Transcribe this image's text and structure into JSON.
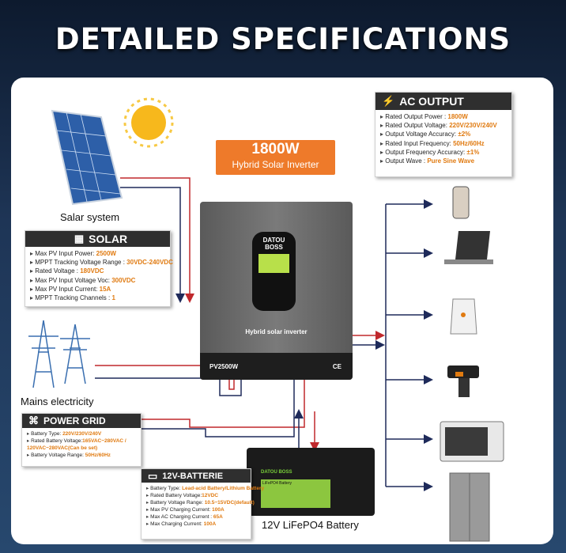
{
  "headline": "DETAILED SPECIFICATIONS",
  "banner": {
    "power": "1800W",
    "subtitle": "Hybrid Solar Inverter"
  },
  "labels": {
    "solar_system": "Salar system",
    "mains": "Mains electricity",
    "battery": "12V LiFePO4 Battery"
  },
  "inverter": {
    "brand_line1": "DATOU",
    "brand_line2": "BOSS",
    "label": "Hybrid solar inverter",
    "model": "PV2500W",
    "mark": "CE"
  },
  "battery_device": {
    "brand": "DATOU BOSS",
    "sticker": "LiFePO4 Battery"
  },
  "ac_output": {
    "title": "AC OUTPUT",
    "rows": [
      {
        "label": "Rated Output Power : ",
        "value": "1800W"
      },
      {
        "label": "Rated Output Voltage: ",
        "value": "220V/230V/240V"
      },
      {
        "label": "Output Voltage Accuracy: ",
        "value": "±2%"
      },
      {
        "label": "Rated Input Frequency: ",
        "value": "50Hz/60Hz"
      },
      {
        "label": "Output Frequency Accuracy: ",
        "value": "±1%"
      },
      {
        "label": "Output Wave : ",
        "value": "Pure Sine Wave"
      }
    ]
  },
  "solar": {
    "title": "SOLAR",
    "rows": [
      {
        "label": "Max PV Input Power: ",
        "value": "2500W"
      },
      {
        "label": "MPPT Tracking Voltage Range : ",
        "value": "30VDC-240VDC"
      },
      {
        "label": "Rated Voltage : ",
        "value": "180VDC"
      },
      {
        "label": "Max PV Input Voltage Voc: ",
        "value": "300VDC"
      },
      {
        "label": "Max PV Input Current: ",
        "value": "15A"
      },
      {
        "label": "MPPT Tracking Channels : ",
        "value": "1"
      }
    ]
  },
  "power_grid": {
    "title": "POWER GRID",
    "rows": [
      {
        "label": "Battery Type: ",
        "value": "220V/230V/240V"
      },
      {
        "label": "Rated Battery Voltage:",
        "value": "165VAC~280VAC / 120VAC~280VAC(Can be set)"
      },
      {
        "label": "Battery Voltage Range: ",
        "value": "50Hz/60Hz"
      }
    ]
  },
  "battery_panel": {
    "title": "12V-BATTERIE",
    "rows": [
      {
        "label": "Battery Type: ",
        "value": "Lead-acid Battery/Lithium Battery"
      },
      {
        "label": "Rated Battery Voltage:",
        "value": "12VDC"
      },
      {
        "label": "Battery Voltage Range: ",
        "value": "10.5~15VDC(default)"
      },
      {
        "label": "Max PV Charging Current: ",
        "value": "100A"
      },
      {
        "label": "Max AC Charging Current : ",
        "value": "65A"
      },
      {
        "label": "Max Charging Current: ",
        "value": "100A"
      }
    ]
  },
  "colors": {
    "accent": "#ee7a2a",
    "wire_red": "#c0282c",
    "wire_navy": "#1e2a5a"
  }
}
